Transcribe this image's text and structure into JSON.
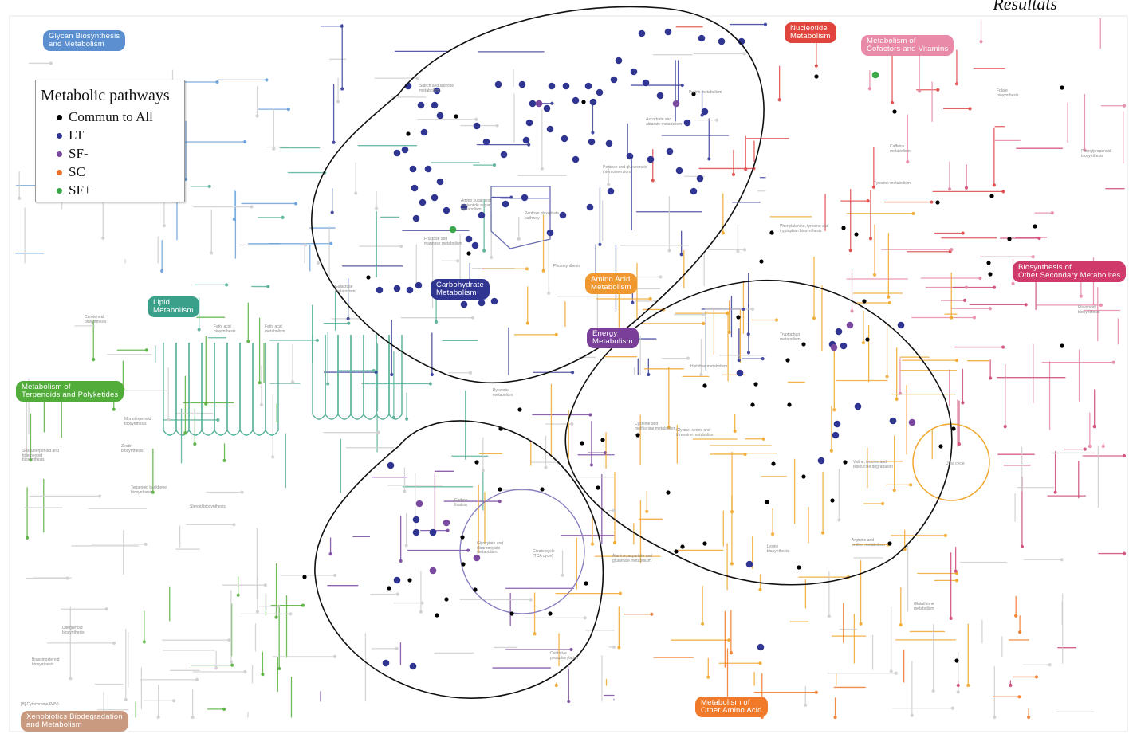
{
  "header": {
    "title": "Résultats"
  },
  "legend": {
    "title": "Metabolic pathways",
    "items": [
      {
        "label": "Commun to All",
        "color": "#000000"
      },
      {
        "label": "LT",
        "color": "#2f3590"
      },
      {
        "label": "SF-",
        "color": "#7a4aa0"
      },
      {
        "label": "SC",
        "color": "#e8702a"
      },
      {
        "label": "SF+",
        "color": "#3aa84a"
      }
    ]
  },
  "modules": {
    "glycan": "Glycan Biosynthesis\nand Metabolism",
    "nucleotide": "Nucleotide\nMetabolism",
    "cofactors": "Metabolism of\nCofactors and Vitamins",
    "carbohydrate": "Carbohydrate\nMetabolism",
    "amino_acid": "Amino Acid\nMetabolism",
    "energy": "Energy\nMetabolism",
    "lipid": "Lipid\nMetabolism",
    "terpenoids": "Metabolism of\nTerpenoids and Polyketides",
    "secondary": "Biosynthesis of\nOther Secondary Metabolites",
    "other_amino": "Metabolism of\nOther Amino Acid",
    "xenobiotics": "Xenobiotics Biodegradation\nand Metabolism"
  },
  "pathway_labels": {
    "starch": "Starch and sucrose\nmetabolism",
    "ascorbate": "Ascorbate and\naldarate metabolism",
    "purine": "Purine metabolism",
    "amino_sugar": "Amino sugar and\nnucleotide sugar\nmetabolism",
    "pentose_phosphate": "Pentose phosphate\npathway",
    "pentose_glucuronate": "Pentose and glucuronate\ninterconversions",
    "fructose": "Fructose and\nmannose metabolism",
    "galactose": "Galactose\nmetabolism",
    "pyruvate": "Pyruvate\nmetabolism",
    "glyoxylate": "Glyoxylate and\ndicarboxylate\nmetabolism",
    "citrate": "Citrate cycle\n(TCA cycle)",
    "carbon_fixation": "Carbon\nfixation",
    "photosynthesis": "Photosynthesis",
    "oxidative": "Oxidative\nphosphorylation",
    "valine_degradation": "Valine, leucine and\nisoleucine degradation",
    "glycine": "Glycine, serine and\nthreonine metabolism",
    "tyrosine": "Tyrosine metabolism",
    "tryptophan": "Tryptophan\nmetabolism",
    "cysteine": "Cysteine and\nmethionine metabolism",
    "alanine": "Alanine, aspartate and\nglutamate metabolism",
    "urea": "Urea cycle",
    "phenylalanine": "Phenylalanine, tyrosine and\ntryptophan biosynthesis",
    "lysine": "Lysine\nbiosynthesis",
    "arginine": "Arginine and\nproline metabolism",
    "histidine": "Histidine metabolism",
    "glutathione": "Glutathione\nmetabolism",
    "fatty_acid_bio": "Fatty acid\nbiosynthesis",
    "fatty_acid_met": "Fatty acid\nmetabolism",
    "steroid": "Steroid biosynthesis",
    "terpenoid_backbone": "Terpenoid backbone\nbiosynthesis",
    "carotenoid": "Carotenoid\nbiosynthesis",
    "zeatin": "Zeatin\nbiosynthesis",
    "diterpenoid": "Diterpenoid\nbiosynthesis",
    "brassinosteroid": "Brassinosteroid\nbiosynthesis",
    "monoterpenoid": "Monoterpenoid\nbiosynthesis",
    "sesquiterpenoid": "Sesquiterpenoid and\ntriterpenoid\nbiosynthesis",
    "flavonoid": "Flavonoid\nbiosynthesis",
    "phenylpropanoid": "Phenylpropanoid\nbiosynthesis",
    "caffeine": "Caffeine\nmetabolism",
    "folate": "Folate\nbiosynthesis",
    "cytochrome": "[B] Cytochrome P450"
  },
  "colors": {
    "carbohydrate": "#3a3f9a",
    "energy": "#7a4aa0",
    "amino": "#f0a830",
    "lipid": "#58b098",
    "nucleotide": "#e04848",
    "cofactor": "#e58aa8",
    "glycan": "#6aa0d8",
    "terpenoid": "#5ab040",
    "secondary": "#d04a74",
    "other_amino": "#f07a2a",
    "xenobiotic": "#c99a80",
    "grey": "#cfcfcf"
  }
}
